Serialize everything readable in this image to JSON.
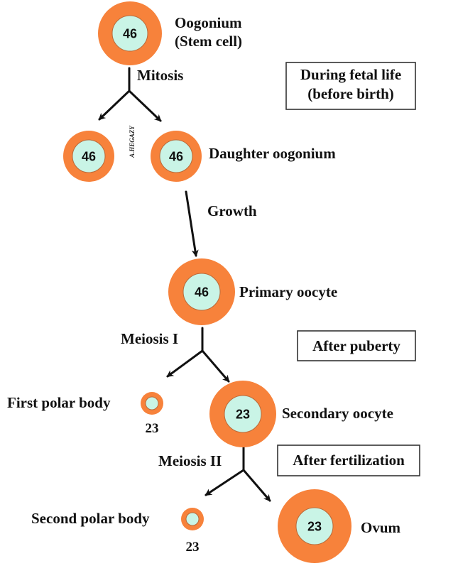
{
  "colors": {
    "outer_ring": "#f7823b",
    "nucleus": "#c9f4e6",
    "lines": "#111111"
  },
  "cells": {
    "oogonium": {
      "number": "46",
      "label_line1": "Oogonium",
      "label_line2": "(Stem cell)"
    },
    "daughter_left": {
      "number": "46"
    },
    "daughter_right": {
      "number": "46",
      "label": "Daughter oogonium"
    },
    "primary_oocyte": {
      "number": "46",
      "label": "Primary oocyte"
    },
    "first_polar_body": {
      "number": "23",
      "label": "First polar body"
    },
    "secondary_oocyte": {
      "number": "23",
      "label": "Secondary oocyte"
    },
    "second_polar_body": {
      "number": "23",
      "label": "Second polar body"
    },
    "ovum": {
      "number": "23",
      "label": "Ovum"
    }
  },
  "steps": {
    "mitosis": "Mitosis",
    "growth": "Growth",
    "meiosis_1": "Meiosis I",
    "meiosis_2": "Meiosis II"
  },
  "phases": {
    "fetal_line1": "During fetal life",
    "fetal_line2": "(before birth)",
    "puberty": "After puberty",
    "fertilization": "After fertilization"
  },
  "watermark": "A.HEGAZY"
}
